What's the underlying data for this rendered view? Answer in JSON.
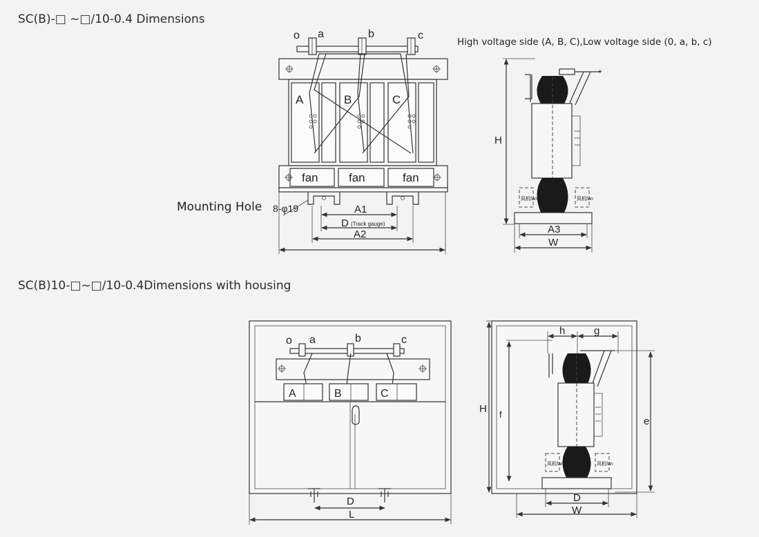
{
  "section1": {
    "title": "SC(B)-□ ~□/10-0.4 Dimensions",
    "caption": "High voltage side (A, B, C),Low voltage side (0, a, b, c)",
    "mounting_label": "Mounting Hole",
    "hole_spec": "8-φ19",
    "front": {
      "terminals": [
        "o",
        "a",
        "b",
        "c"
      ],
      "phases": [
        "A",
        "B",
        "C"
      ],
      "fan_label": "fan",
      "dims": {
        "a1": "A1",
        "d": "D",
        "track": "(Track gauge)",
        "a2": "A2"
      }
    },
    "side": {
      "h": "H",
      "a3": "A3",
      "w": "W",
      "fan_small": "风机fan"
    }
  },
  "section2": {
    "title": "SC(B)10-□~□/10-0.4Dimensions with housing",
    "front": {
      "terminals": [
        "o",
        "a",
        "b",
        "c"
      ],
      "phases": [
        "A",
        "B",
        "C"
      ],
      "dims": {
        "d": "D",
        "l": "L"
      }
    },
    "side": {
      "h": "H",
      "f": "f",
      "e": "e",
      "hh": "h",
      "g": "g",
      "d": "D",
      "w": "W",
      "fan_small": "风机fan"
    }
  }
}
